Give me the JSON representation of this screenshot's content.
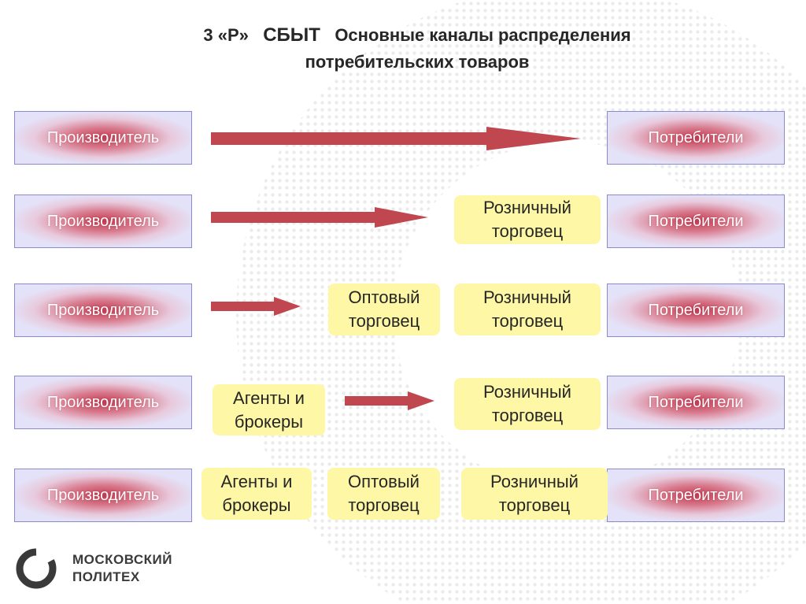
{
  "title": {
    "line1_prefix": "3 «Р»",
    "line1_main": "СБЫТ",
    "line1_rest": "Основные каналы распределения",
    "line2": "потребительских товаров"
  },
  "labels": {
    "producer": "Производитель",
    "consumers": "Потребители"
  },
  "channels": [
    {
      "intermediaries": []
    },
    {
      "intermediaries": [
        {
          "lines": [
            "Розничный",
            "торговец"
          ]
        }
      ]
    },
    {
      "intermediaries": [
        {
          "lines": [
            "Оптовый",
            "торговец"
          ]
        },
        {
          "lines": [
            "Розничный",
            "торговец"
          ]
        }
      ]
    },
    {
      "intermediaries": [
        {
          "lines": [
            "Агенты и",
            "брокеры"
          ]
        },
        {
          "lines": [
            "Розничный",
            "торговец"
          ]
        }
      ]
    },
    {
      "intermediaries": [
        {
          "lines": [
            "Агенты и",
            "брокеры"
          ]
        },
        {
          "lines": [
            "Оптовый",
            "торговец"
          ]
        },
        {
          "lines": [
            "Розничный",
            "торговец"
          ]
        }
      ]
    }
  ],
  "logo": {
    "line1": "московский",
    "line2": "политех"
  },
  "colors": {
    "arrow": "#c0474f",
    "producer_box_border": "#8a8ad0",
    "intermediary_fill": "#fdf7a6"
  }
}
